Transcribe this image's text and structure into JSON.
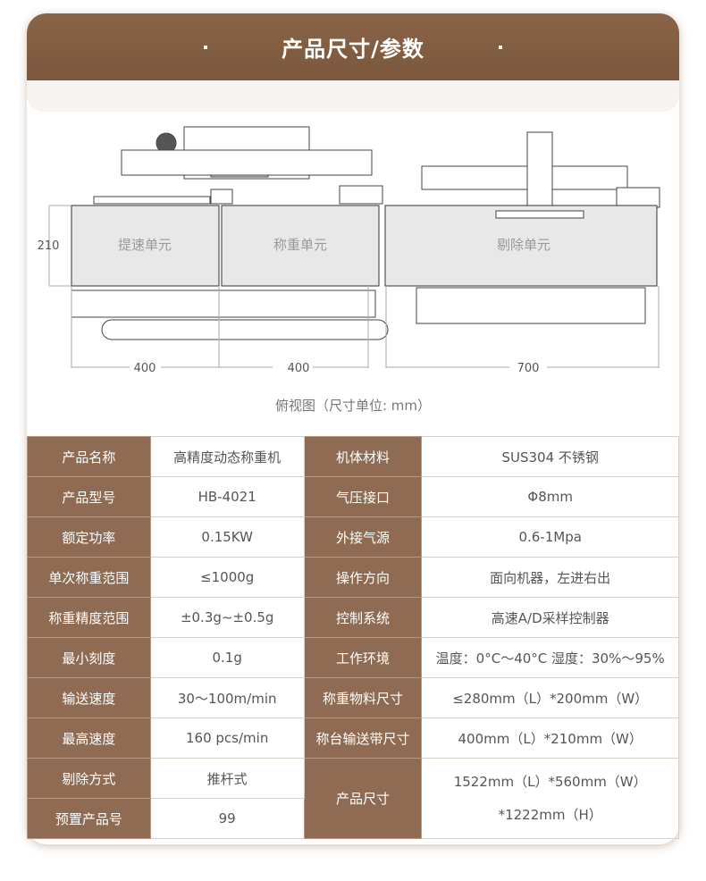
{
  "header": {
    "title": "产品尺寸/参数"
  },
  "diagram": {
    "units": [
      "提速单元",
      "称重单元",
      "剔除单元"
    ],
    "height_dim": "210",
    "length_dims": [
      "400",
      "400",
      "700"
    ],
    "caption": "俯视图（尺寸单位: mm）"
  },
  "specs": {
    "rows": [
      {
        "l1": "产品名称",
        "v1": "高精度动态称重机",
        "l2": "机体材料",
        "v2": "SUS304 不锈钢"
      },
      {
        "l1": "产品型号",
        "v1": "HB-4021",
        "l2": "气压接口",
        "v2": "Φ8mm"
      },
      {
        "l1": "额定功率",
        "v1": "0.15KW",
        "l2": "外接气源",
        "v2": "0.6-1Mpa"
      },
      {
        "l1": "单次称重范围",
        "v1": "≤1000g",
        "l2": "操作方向",
        "v2": "面向机器，左进右出"
      },
      {
        "l1": "称重精度范围",
        "v1": "±0.3g~±0.5g",
        "l2": "控制系统",
        "v2": "高速A/D采样控制器"
      },
      {
        "l1": "最小刻度",
        "v1": "0.1g",
        "l2": "工作环境",
        "v2": "温度：0°C～40°C  湿度：30%～95%"
      },
      {
        "l1": "输送速度",
        "v1": "30～100m/min",
        "l2": "称重物料尺寸",
        "v2": "≤280mm（L）*200mm（W）"
      },
      {
        "l1": "最高速度",
        "v1": "160  pcs/min",
        "l2": "称台输送带尺寸",
        "v2": "400mm（L）*210mm（W）"
      },
      {
        "l1": "剔除方式",
        "v1": "推杆式",
        "l2": "产品尺寸",
        "v2a": "1522mm（L）*560mm（W）",
        "v2b": "*1222mm（H）"
      },
      {
        "l1": "预置产品号",
        "v1": "99"
      }
    ]
  }
}
